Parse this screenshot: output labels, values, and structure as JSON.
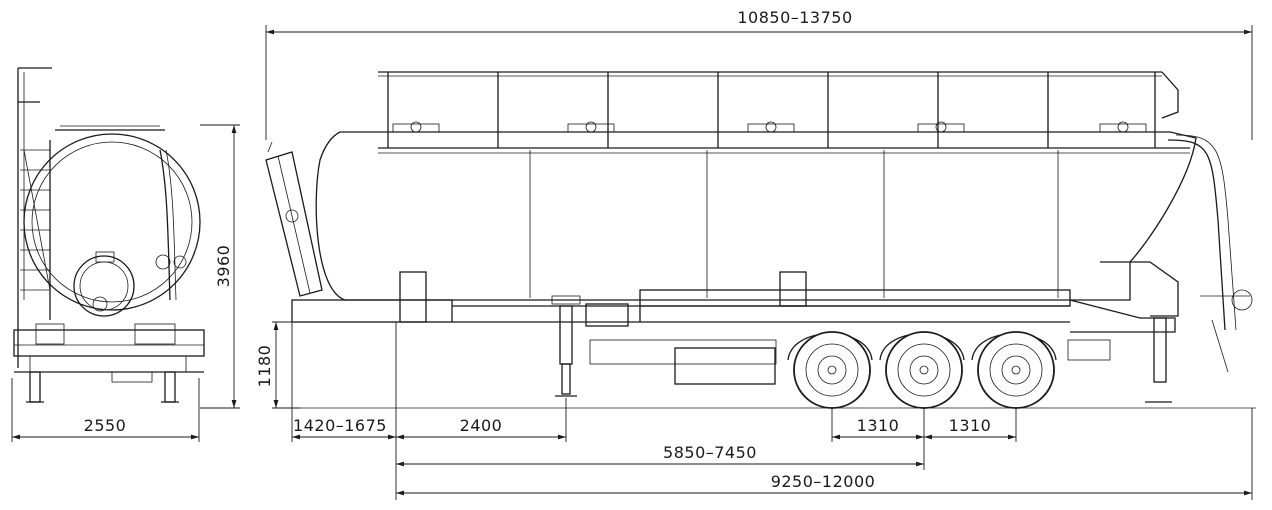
{
  "dimensions": {
    "overall_length": "10850–13750",
    "front_width": "2550",
    "front_height": "3960",
    "coupling_height": "1180",
    "front_overhang": "1420–1675",
    "kingpin_to_legs": "2400",
    "axle_spacing_1": "1310",
    "axle_spacing_2": "1310",
    "kingpin_to_axles": "5850–7450",
    "kingpin_to_rear": "9250–12000"
  },
  "colors": {
    "line": "#1a1a1a",
    "background": "#ffffff"
  }
}
